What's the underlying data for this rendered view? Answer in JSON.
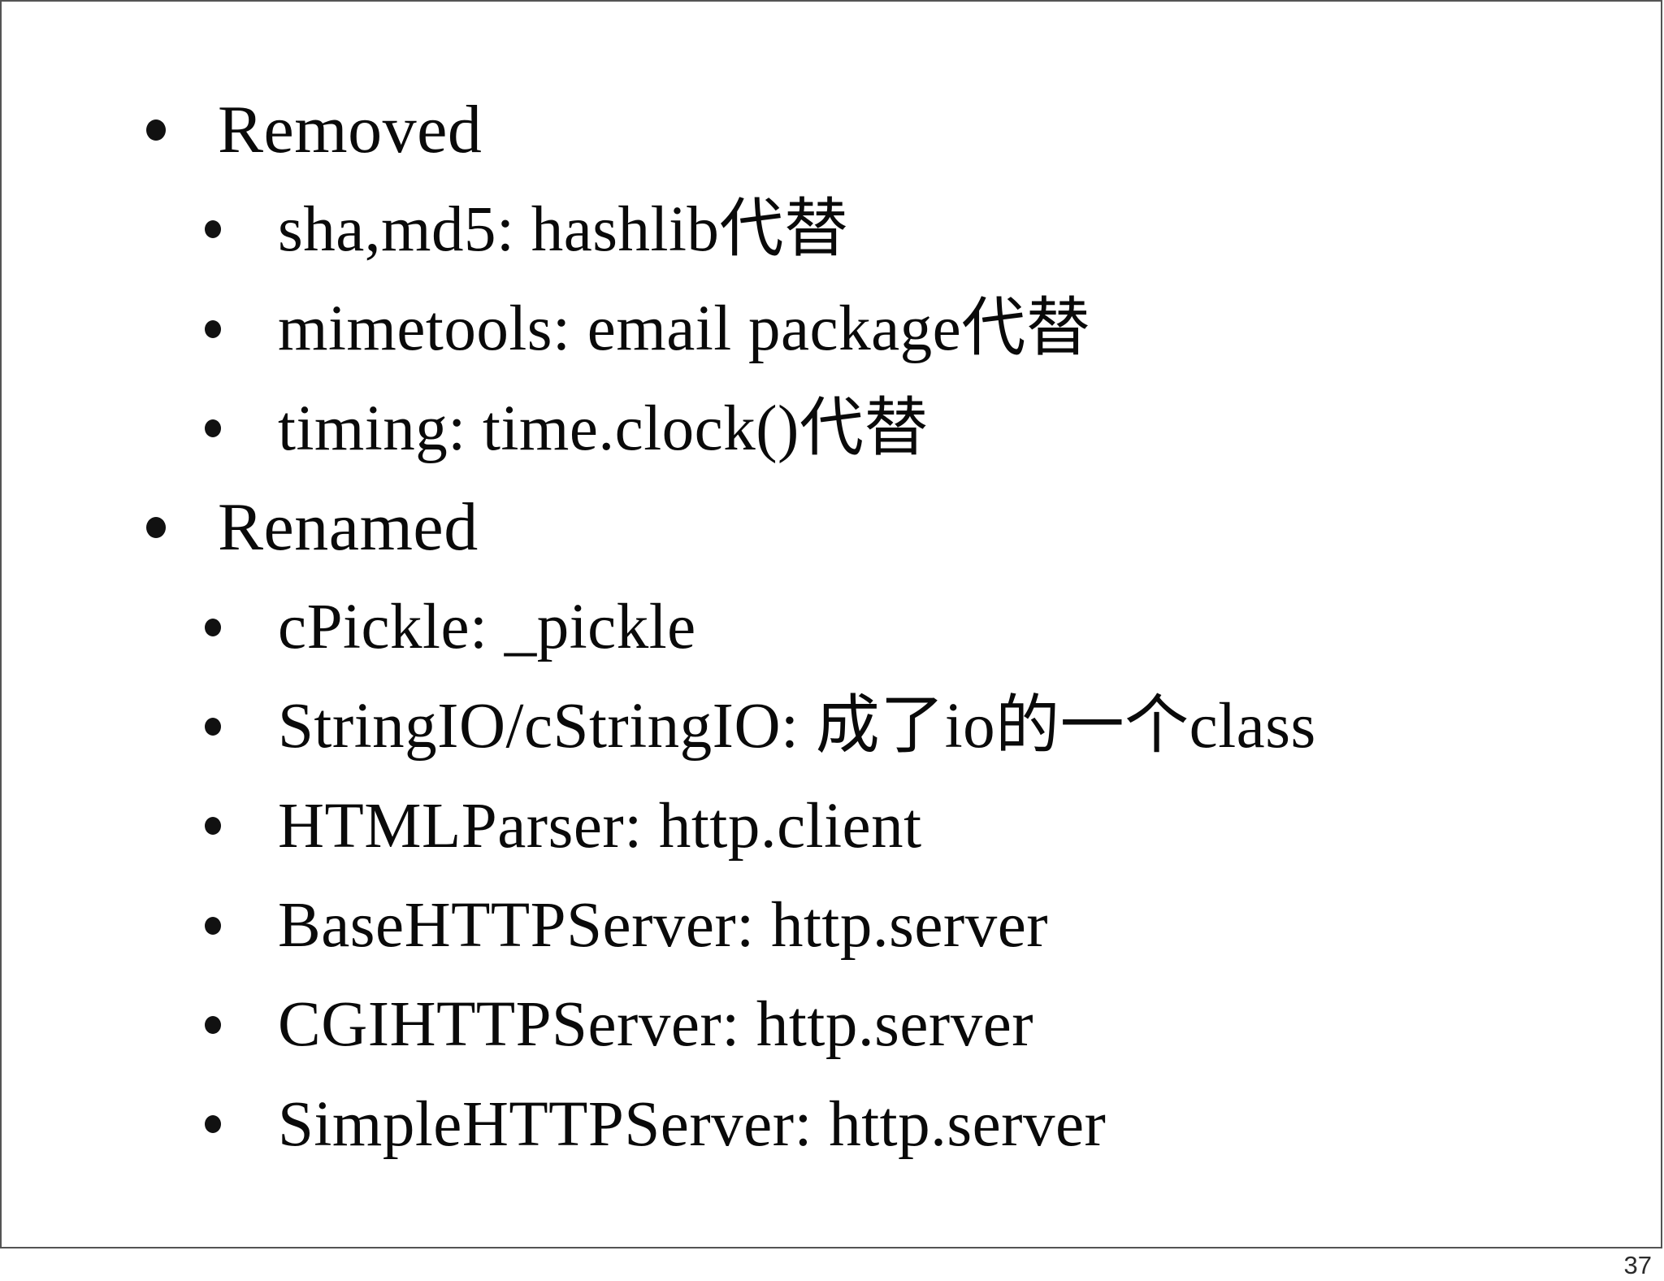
{
  "slide": {
    "page_number": "37",
    "bullets": [
      {
        "level": 1,
        "text": "Removed"
      },
      {
        "level": 2,
        "text": "sha,md5: hashlib代替"
      },
      {
        "level": 2,
        "text": "mimetools: email package代替"
      },
      {
        "level": 2,
        "text": "timing: time.clock()代替"
      },
      {
        "level": 1,
        "text": "Renamed"
      },
      {
        "level": 2,
        "text": "cPickle: _pickle"
      },
      {
        "level": 2,
        "text": "StringIO/cStringIO: 成了io的一个class"
      },
      {
        "level": 2,
        "text": "HTMLParser: http.client"
      },
      {
        "level": 2,
        "text": "BaseHTTPServer: http.server"
      },
      {
        "level": 2,
        "text": "CGIHTTPServer: http.server"
      },
      {
        "level": 2,
        "text": "SimpleHTTPServer: http.server"
      }
    ],
    "colors": {
      "background": "#ffffff",
      "text": "#0a0a0a",
      "border": "#545454",
      "page_number": "#2b2b2b"
    }
  }
}
